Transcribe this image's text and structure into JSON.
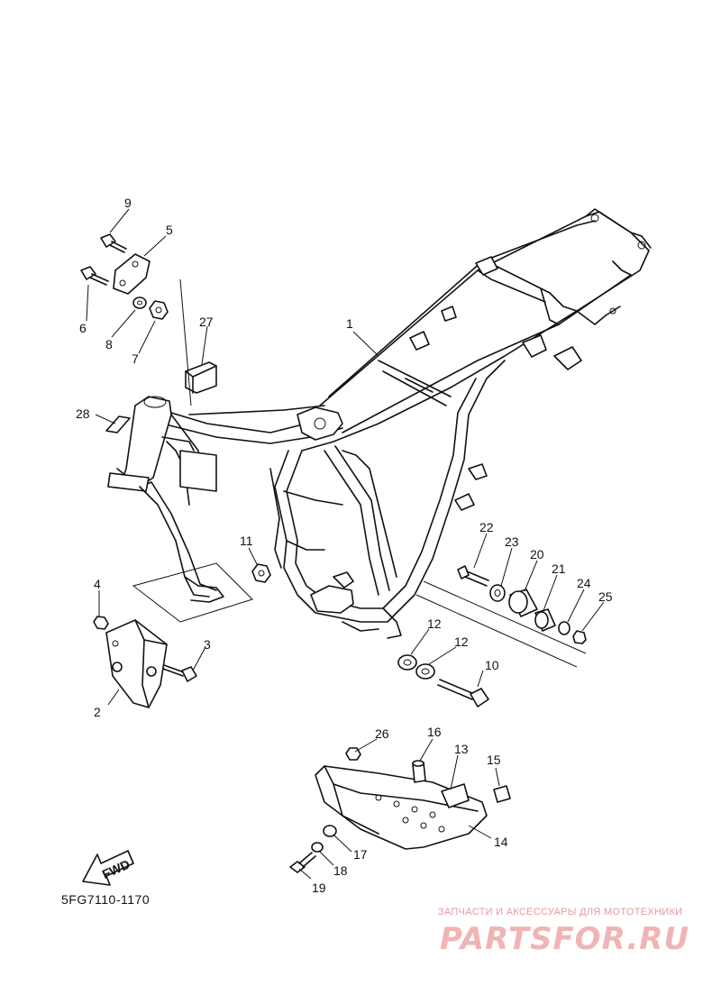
{
  "callouts": {
    "c1": "1",
    "c2": "2",
    "c3": "3",
    "c4": "4",
    "c5": "5",
    "c6": "6",
    "c7": "7",
    "c8": "8",
    "c9": "9",
    "c10": "10",
    "c11": "11",
    "c12a": "12",
    "c12b": "12",
    "c13": "13",
    "c14": "14",
    "c15": "15",
    "c16": "16",
    "c17": "17",
    "c18": "18",
    "c19": "19",
    "c20": "20",
    "c21": "21",
    "c22": "22",
    "c23": "23",
    "c24": "24",
    "c25": "25",
    "c26": "26",
    "c27": "27",
    "c28": "28"
  },
  "fwd_label": "FWD",
  "diagram_code": "5FG7110-1170",
  "watermark": {
    "tagline": "ЗАПЧАСТИ И АКСЕССУАРЫ ДЛЯ МОТОТЕХНИКИ",
    "logo": "PARTSFOR.RU"
  }
}
